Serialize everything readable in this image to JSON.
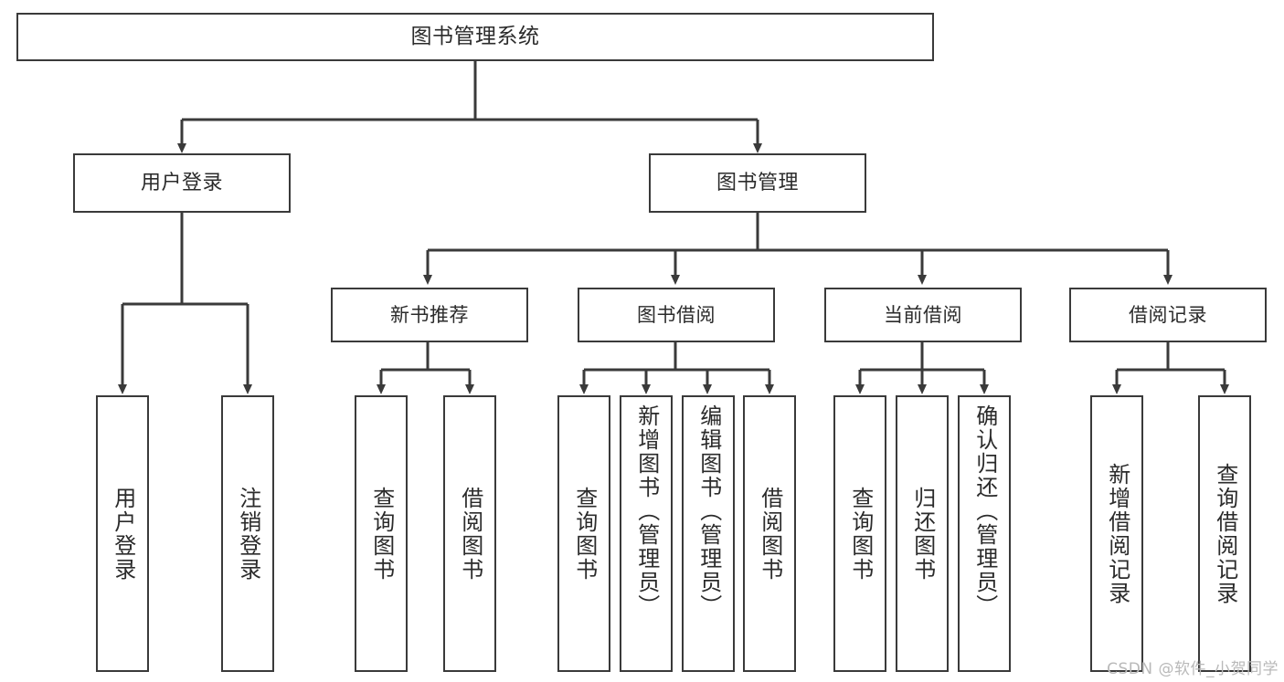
{
  "diagram": {
    "title": "图书管理系统",
    "type": "tree-hierarchy",
    "watermark": "CSDN @软件_小贺同学",
    "line_color": "#3a3a3a",
    "box_fill": "#ffffff",
    "text_color": "#2b2b2b",
    "root": {
      "label": "图书管理系统"
    },
    "level2": [
      {
        "label": "用户登录"
      },
      {
        "label": "图书管理"
      }
    ],
    "level3": [
      {
        "label": "新书推荐"
      },
      {
        "label": "图书借阅"
      },
      {
        "label": "当前借阅"
      },
      {
        "label": "借阅记录"
      }
    ],
    "leaves": {
      "user_login": [
        {
          "label": "用户登录"
        },
        {
          "label": "注销登录"
        }
      ],
      "new_book": [
        {
          "label": "查询图书"
        },
        {
          "label": "借阅图书"
        }
      ],
      "book_borrow": [
        {
          "label": "查询图书"
        },
        {
          "label": "新增图书（管理员）"
        },
        {
          "label": "编辑图书（管理员）"
        },
        {
          "label": "借阅图书"
        }
      ],
      "current_borrow": [
        {
          "label": "查询图书"
        },
        {
          "label": "归还图书"
        },
        {
          "label": "确认归还（管理员）"
        }
      ],
      "borrow_record": [
        {
          "label": "新增借阅记录"
        },
        {
          "label": "查询借阅记录"
        }
      ]
    }
  }
}
